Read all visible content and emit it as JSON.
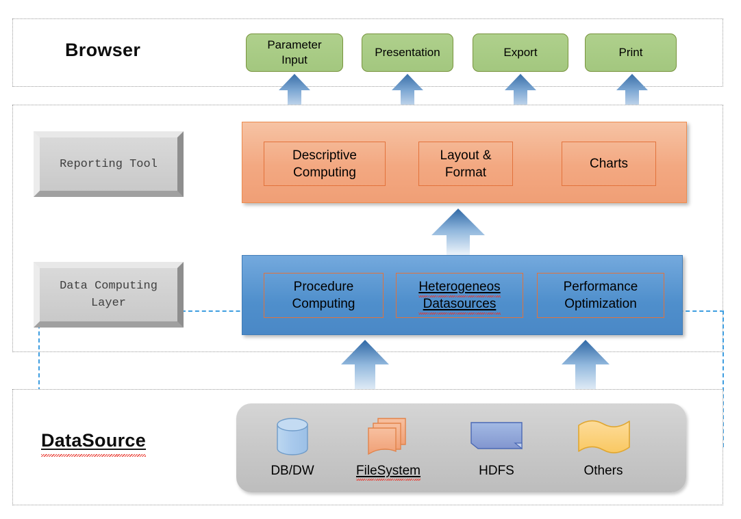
{
  "diagram": {
    "title_browser": "Browser",
    "title_datasource": "DataSource",
    "rows": {
      "browser": {
        "buttons": [
          {
            "label": "Parameter Input",
            "line1": "Parameter",
            "line2": "Input",
            "name": "parameter-input"
          },
          {
            "label": "Presentation",
            "line1": "Presentation",
            "line2": "",
            "name": "presentation"
          },
          {
            "label": "Export",
            "line1": "Export",
            "line2": "",
            "name": "export"
          },
          {
            "label": "Print",
            "line1": "Print",
            "line2": "",
            "name": "print"
          }
        ]
      },
      "reporting_tool": {
        "side_label_line1": "Reporting Tool",
        "side_label_line2": "",
        "panel_color": "#F3A881",
        "items": [
          {
            "line1": "Descriptive",
            "line2": "Computing"
          },
          {
            "line1": "Layout &",
            "line2": "Format"
          },
          {
            "line1": "Charts",
            "line2": ""
          }
        ]
      },
      "data_computing_layer": {
        "side_label_line1": "Data Computing",
        "side_label_line2": "Layer",
        "panel_color": "#4F8FCC",
        "items": [
          {
            "line1": "Procedure",
            "line2": "Computing"
          },
          {
            "line1": "Heterogeneos",
            "line2": "Datasources"
          },
          {
            "line1": "Performance",
            "line2": "Optimization"
          }
        ]
      },
      "datasource": {
        "items": [
          {
            "label": "DB/DW",
            "icon": "database-cylinder-icon",
            "color": "#A8C9EC"
          },
          {
            "label": "FileSystem",
            "icon": "stacked-documents-icon",
            "color": "#F3A881"
          },
          {
            "label": "HDFS",
            "icon": "folded-corner-page-icon",
            "color": "#8FA8DC"
          },
          {
            "label": "Others",
            "icon": "wavy-flag-icon",
            "color": "#FCD281"
          }
        ]
      }
    },
    "arrow_color_top": "#3A6FA8",
    "arrow_color_bottom": "#EEF4FB",
    "dashed_region_color": "#3D9DE0"
  }
}
